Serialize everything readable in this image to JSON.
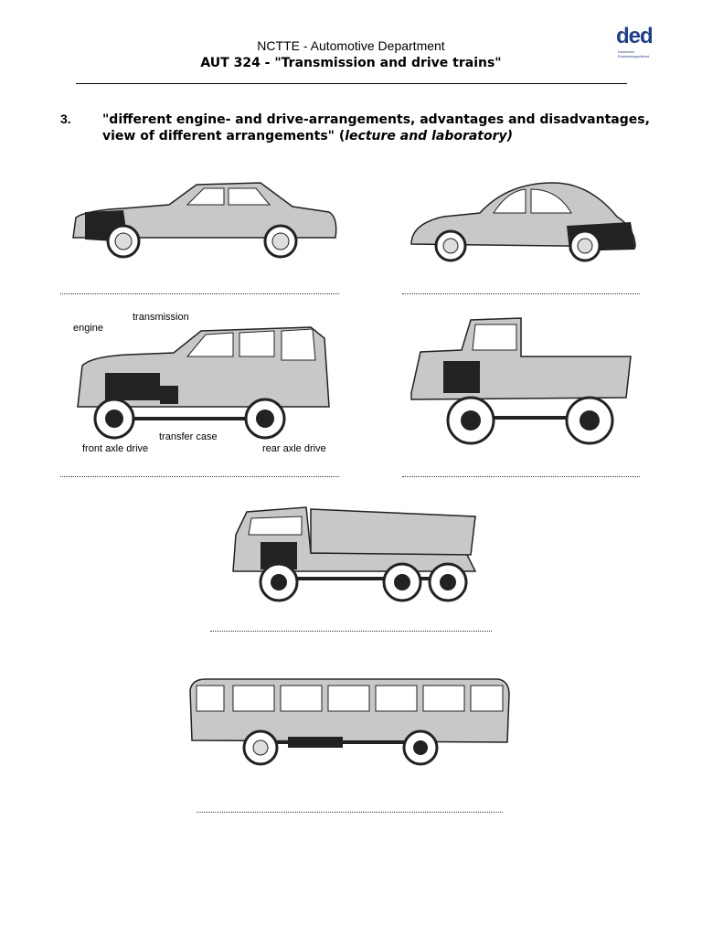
{
  "header": {
    "line1": "NCTTE - Automotive Department",
    "line2": "AUT 324 - \"Transmission and drive trains\""
  },
  "logo": {
    "text": "ded",
    "sub": "Deutscher Entwicklungsdienst"
  },
  "question": {
    "number": "3.",
    "text_main": "\"different engine- and drive-arrangements, advantages and disadvantages, view of different arrangements\" (",
    "text_italic": "lecture and laboratory)"
  },
  "labels": {
    "engine": "engine",
    "transmission": "transmission",
    "transfer_case": "transfer case",
    "front_axle_drive": "front axle drive",
    "rear_axle_drive": "rear axle drive"
  },
  "icons": [
    "sedan-front-engine",
    "beetle-rear-engine",
    "suv-4wd",
    "unimog-truck",
    "dump-truck",
    "bus"
  ]
}
